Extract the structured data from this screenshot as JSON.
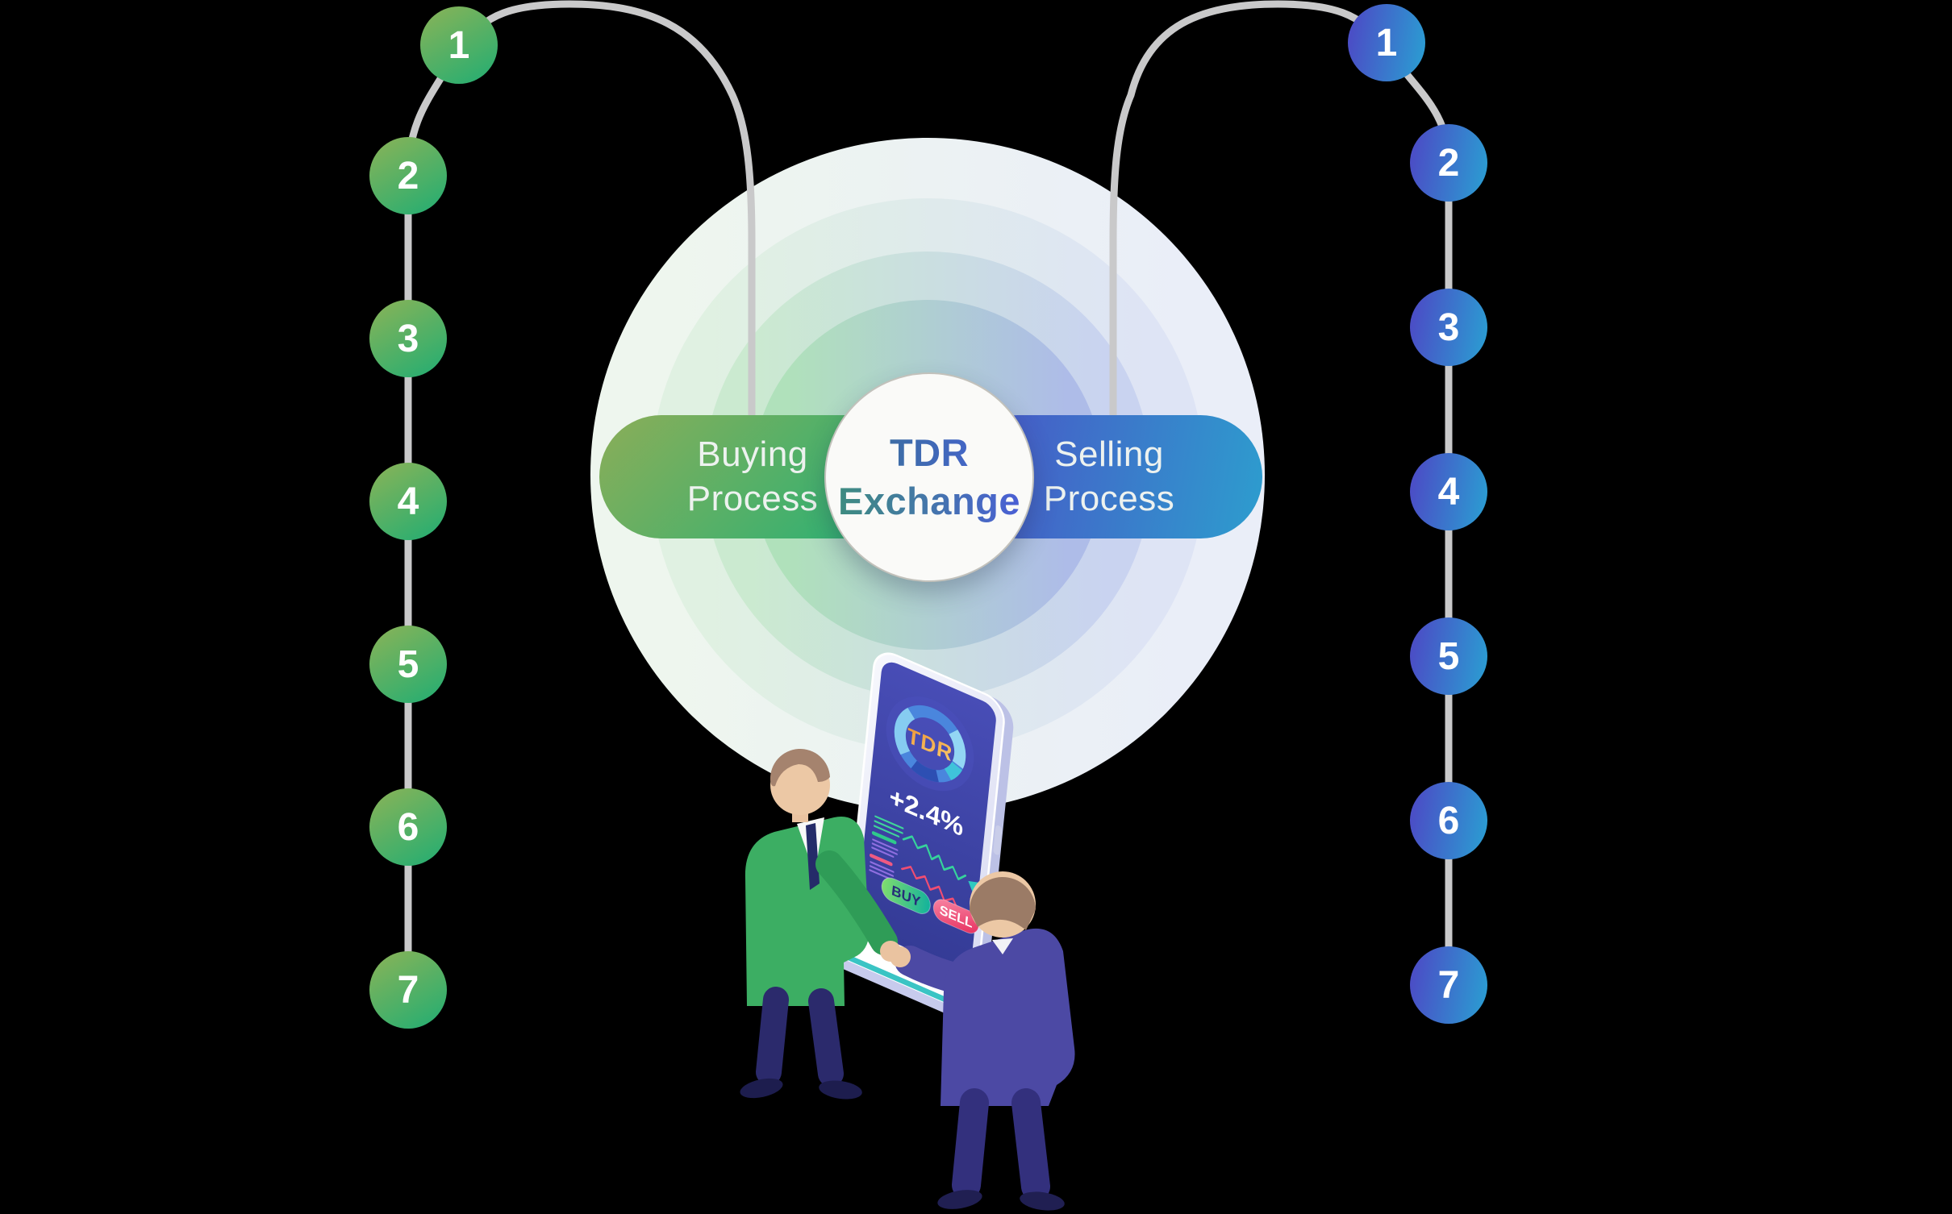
{
  "hub": {
    "line1": "TDR",
    "line2": "Exchange"
  },
  "buying": {
    "line1": "Buying",
    "line2": "Process",
    "steps": [
      "1",
      "2",
      "3",
      "4",
      "5",
      "6",
      "7"
    ]
  },
  "selling": {
    "line1": "Selling",
    "line2": "Process",
    "steps": [
      "1",
      "2",
      "3",
      "4",
      "5",
      "6",
      "7"
    ]
  },
  "phone_app": {
    "coin": "TDR",
    "change": "+2.4%",
    "buy": "BUY",
    "sell": "SELL"
  },
  "colors": {
    "background": "#000000",
    "buying_green_start": "#8bae58",
    "buying_green_end": "#2fb173",
    "selling_blue_start": "#4b51c6",
    "selling_blue_end": "#2d9dce",
    "connector_gray": "#c9c9ca",
    "hub_text_blue": "#4365c5",
    "hub_text_teal": "#3e8c80",
    "phone_screen": "#3f43ad",
    "coin_gold": "#f0a23c",
    "buy_green": "#12b29c",
    "sell_red": "#e62c5c"
  }
}
